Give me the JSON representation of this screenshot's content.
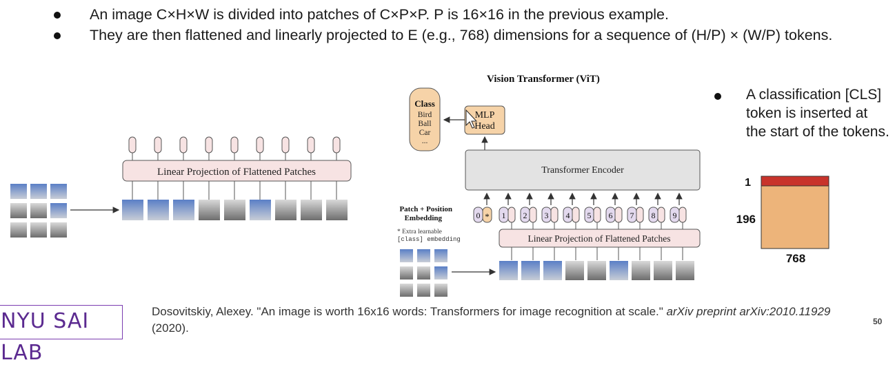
{
  "bullets": [
    "An image C×H×W is divided into patches of C×P×P. P is 16×16 in the previous example.",
    "They are then flattened and linearly projected to E (e.g., 768) dimensions for a sequence of (H/P) × (W/P) tokens."
  ],
  "side_bullet": "A classification [CLS] token is inserted at the start of the tokens.",
  "left_figure": {
    "projection_label": "Linear Projection of Flattened Patches"
  },
  "vit_figure": {
    "title": "Vision Transformer (ViT)",
    "class_box": {
      "title": "Class",
      "items": [
        "Bird",
        "Ball",
        "Car",
        "..."
      ]
    },
    "mlp_head": [
      "MLP",
      "Head"
    ],
    "encoder_label": "Transformer Encoder",
    "projection_label": "Linear Projection of Flattened Patches",
    "embedding_label": [
      "Patch + Position",
      "Embedding"
    ],
    "footnote": [
      "* Extra learnable",
      "[class] embedding"
    ],
    "token_indices": [
      "0",
      "1",
      "2",
      "3",
      "4",
      "5",
      "6",
      "7",
      "8",
      "9"
    ],
    "cls_marker": "*"
  },
  "token_matrix": {
    "cls_rows": "1",
    "patch_rows": "196",
    "dim": "768",
    "colors": {
      "cls": "#c8332b",
      "patches": "#edb47a"
    }
  },
  "citation": {
    "text": "Dosovitskiy, Alexey. \"An image is worth 16x16 words: Transformers for image recognition at scale.\" ",
    "venue": "arXiv preprint arXiv:2010.11929",
    "year": " (2020)."
  },
  "logo": "NYU SAI LAB",
  "page_number": "50"
}
